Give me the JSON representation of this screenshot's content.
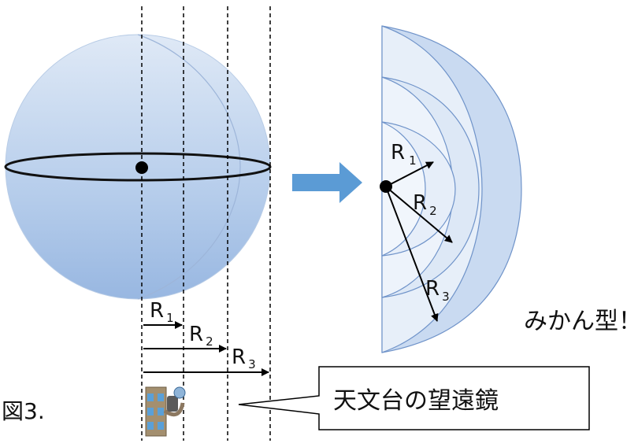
{
  "figure_label": "図3.",
  "sphere_radii": [
    {
      "r": "R",
      "sub": "1"
    },
    {
      "r": "R",
      "sub": "2"
    },
    {
      "r": "R",
      "sub": "3"
    }
  ],
  "shell_radii": [
    {
      "r": "R",
      "sub": "1"
    },
    {
      "r": "R",
      "sub": "2"
    },
    {
      "r": "R",
      "sub": "3"
    }
  ],
  "shape_caption": "みかん型！",
  "telescope_callout": "天文台の望遠鏡",
  "icons": {
    "arrow": "right-arrow-icon",
    "telescope": "observatory-telescope-icon"
  },
  "colors": {
    "sphere_light": "#dbe7f6",
    "sphere_dark": "#9fbde4",
    "shell_fill": "#c9daf1",
    "shell_light": "#e9f0fa",
    "shell_stroke": "#6f93c9",
    "arrow_blue": "#5b9bd5"
  }
}
